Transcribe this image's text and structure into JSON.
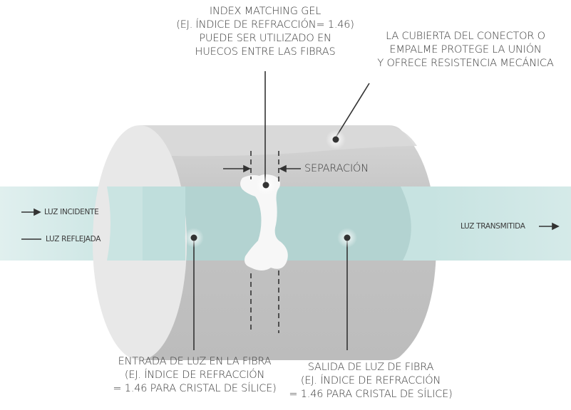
{
  "labels": {
    "gel": [
      "INDEX MATCHING GEL",
      "(EJ. ÍNDICE DE REFRACCIÓN= 1.46)",
      "PUEDE SER UTILIZADO EN",
      "HUECOS ENTRE LAS FIBRAS"
    ],
    "cover": [
      "LA CUBIERTA DEL CONECTOR O",
      "EMPALME PROTEGE LA UNIÓN",
      "Y OFRECE RESISTENCIA MECÁNICA"
    ],
    "separation": "SEPARACIÓN",
    "incident": "LUZ INCIDENTE",
    "reflected": "LUZ REFLEJADA",
    "transmitted": "LUZ TRANSMITIDA",
    "input": [
      "ENTRADA DE LUZ EN LA FIBRA",
      "(EJ. ÍNDICE DE REFRACCIÓN",
      "= 1.46 PARA CRISTAL DE SÍLICE)"
    ],
    "output": [
      "SALIDA DE LUZ DE FIBRA",
      "(EJ. ÍNDICE DE REFRACCIÓN",
      "= 1.46 PARA CRISTAL DE SÍLICE)"
    ]
  },
  "colors": {
    "cylinder_body": "#c2c2c2",
    "cylinder_top": "#d3d3d3",
    "cylinder_end": "#e6e6e6",
    "fiber": "#c7e3e1",
    "fiber_inside": "#a9c9c7",
    "gel": "#f7f7f7",
    "line": "#333333"
  }
}
